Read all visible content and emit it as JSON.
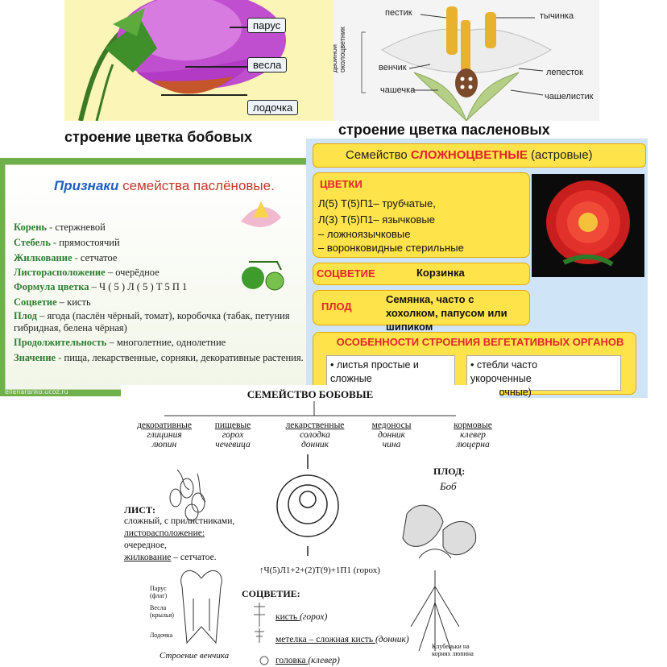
{
  "legume_flower": {
    "callouts": [
      "парус",
      "весла",
      "лодочка"
    ],
    "caption": "строение цветка бобовых"
  },
  "nightshade_flower": {
    "labels": {
      "pistil": "пестик",
      "stamen": "тычинка",
      "perianth": "двойной околоцветник",
      "corolla": "венчик",
      "petal": "лепесток",
      "calyx": "чашечка",
      "sepal": "чашелистик"
    },
    "caption": "строение цветка пасленовых"
  },
  "solanaceae": {
    "title_em": "Признаки",
    "title_rest": " семейства паслёновые.",
    "signs": [
      {
        "k": "Корень -",
        "v": " стержневой"
      },
      {
        "k": "Стебель -",
        "v": " прямостоячий"
      },
      {
        "k": "Жилкование -",
        "v": " сетчатое"
      },
      {
        "k": "Листорасположение",
        "v": " – очерёдное"
      },
      {
        "k": "Формула цветка",
        "v": " – Ч ( 5 ) Л ( 5 ) Т 5 П 1"
      },
      {
        "k": "Соцветие",
        "v": " – кисть"
      },
      {
        "k": "Плод",
        "v": " – ягода (паслён чёрный, томат), коробочка (табак, петуния гибридная, белена чёрная)"
      },
      {
        "k": "Продолжительность",
        "v": " – многолетние, однолетние"
      },
      {
        "k": "Значение -",
        "v": " пища, лекарственные, сорняки, декоративные растения."
      }
    ],
    "site": "ellenaranko.ucoz.ru"
  },
  "asteraceae": {
    "header_pre": "Семейство ",
    "header_bold": "СЛОЖНОЦВЕТНЫЕ",
    "header_post": " (астровые)",
    "flowers_label": "ЦВЕТКИ",
    "flower_lines": [
      "Л(5) Т(5)П1– трубчатые,",
      "Л(3) Т(5)П1– язычковые",
      "– ложноязычковые",
      "– воронковидные   стерильные"
    ],
    "inflorescence_label": "СОЦВЕТИЕ",
    "inflorescence_value": "Корзинка",
    "fruit_label": "ПЛОД",
    "fruit_value": "Семянка, часто с хохолком, папусом или шипиком",
    "veg_label": "ОСОБЕННОСТИ СТРОЕНИЯ ВЕГЕТАТИВНЫХ ОРГАНОВ",
    "veg_left": "• листья простые и сложные",
    "veg_right": "• стебли часто укороченные (розеточные)"
  },
  "fabaceae": {
    "title": "СЕМЕЙСТВО БОБОВЫЕ",
    "categories": [
      {
        "name": "декоративные",
        "ex1": "глициния",
        "ex2": "люпин"
      },
      {
        "name": "пищевые",
        "ex1": "горох",
        "ex2": "чечевица"
      },
      {
        "name": "лекарственные",
        "ex1": "солодка",
        "ex2": "донник"
      },
      {
        "name": "медоносы",
        "ex1": "донник",
        "ex2": "чина"
      },
      {
        "name": "кормовые",
        "ex1": "клевер",
        "ex2": "люцерна"
      }
    ],
    "leaf_title": "ЛИСТ:",
    "leaf_l1": "сложный, с прилистниками,",
    "leaf_l2": "листорасположение:",
    "leaf_l3": "очередное,",
    "leaf_l4": "жилкование",
    "leaf_l4b": " – сетчатое.",
    "fruit_title": "ПЛОД:",
    "fruit_value": "Боб",
    "formula": "↑Ч(5)Л1+2+(2)Т(9)+1П1 (горох)",
    "corolla_labels": [
      "Парус (флаг)",
      "Весла (крылья)",
      "Лодочка"
    ],
    "corolla_caption": "Строение венчика",
    "inflo_title": "СОЦВЕТИЕ:",
    "inflo_items": [
      {
        "u": "кисть ",
        "i": "(горох)"
      },
      {
        "u": "метелка – сложная кисть ",
        "i": "(донник)"
      },
      {
        "u": "головка ",
        "i": "(клевер)"
      }
    ],
    "nodule_caption": "Клубеньки на корнях люпина"
  }
}
